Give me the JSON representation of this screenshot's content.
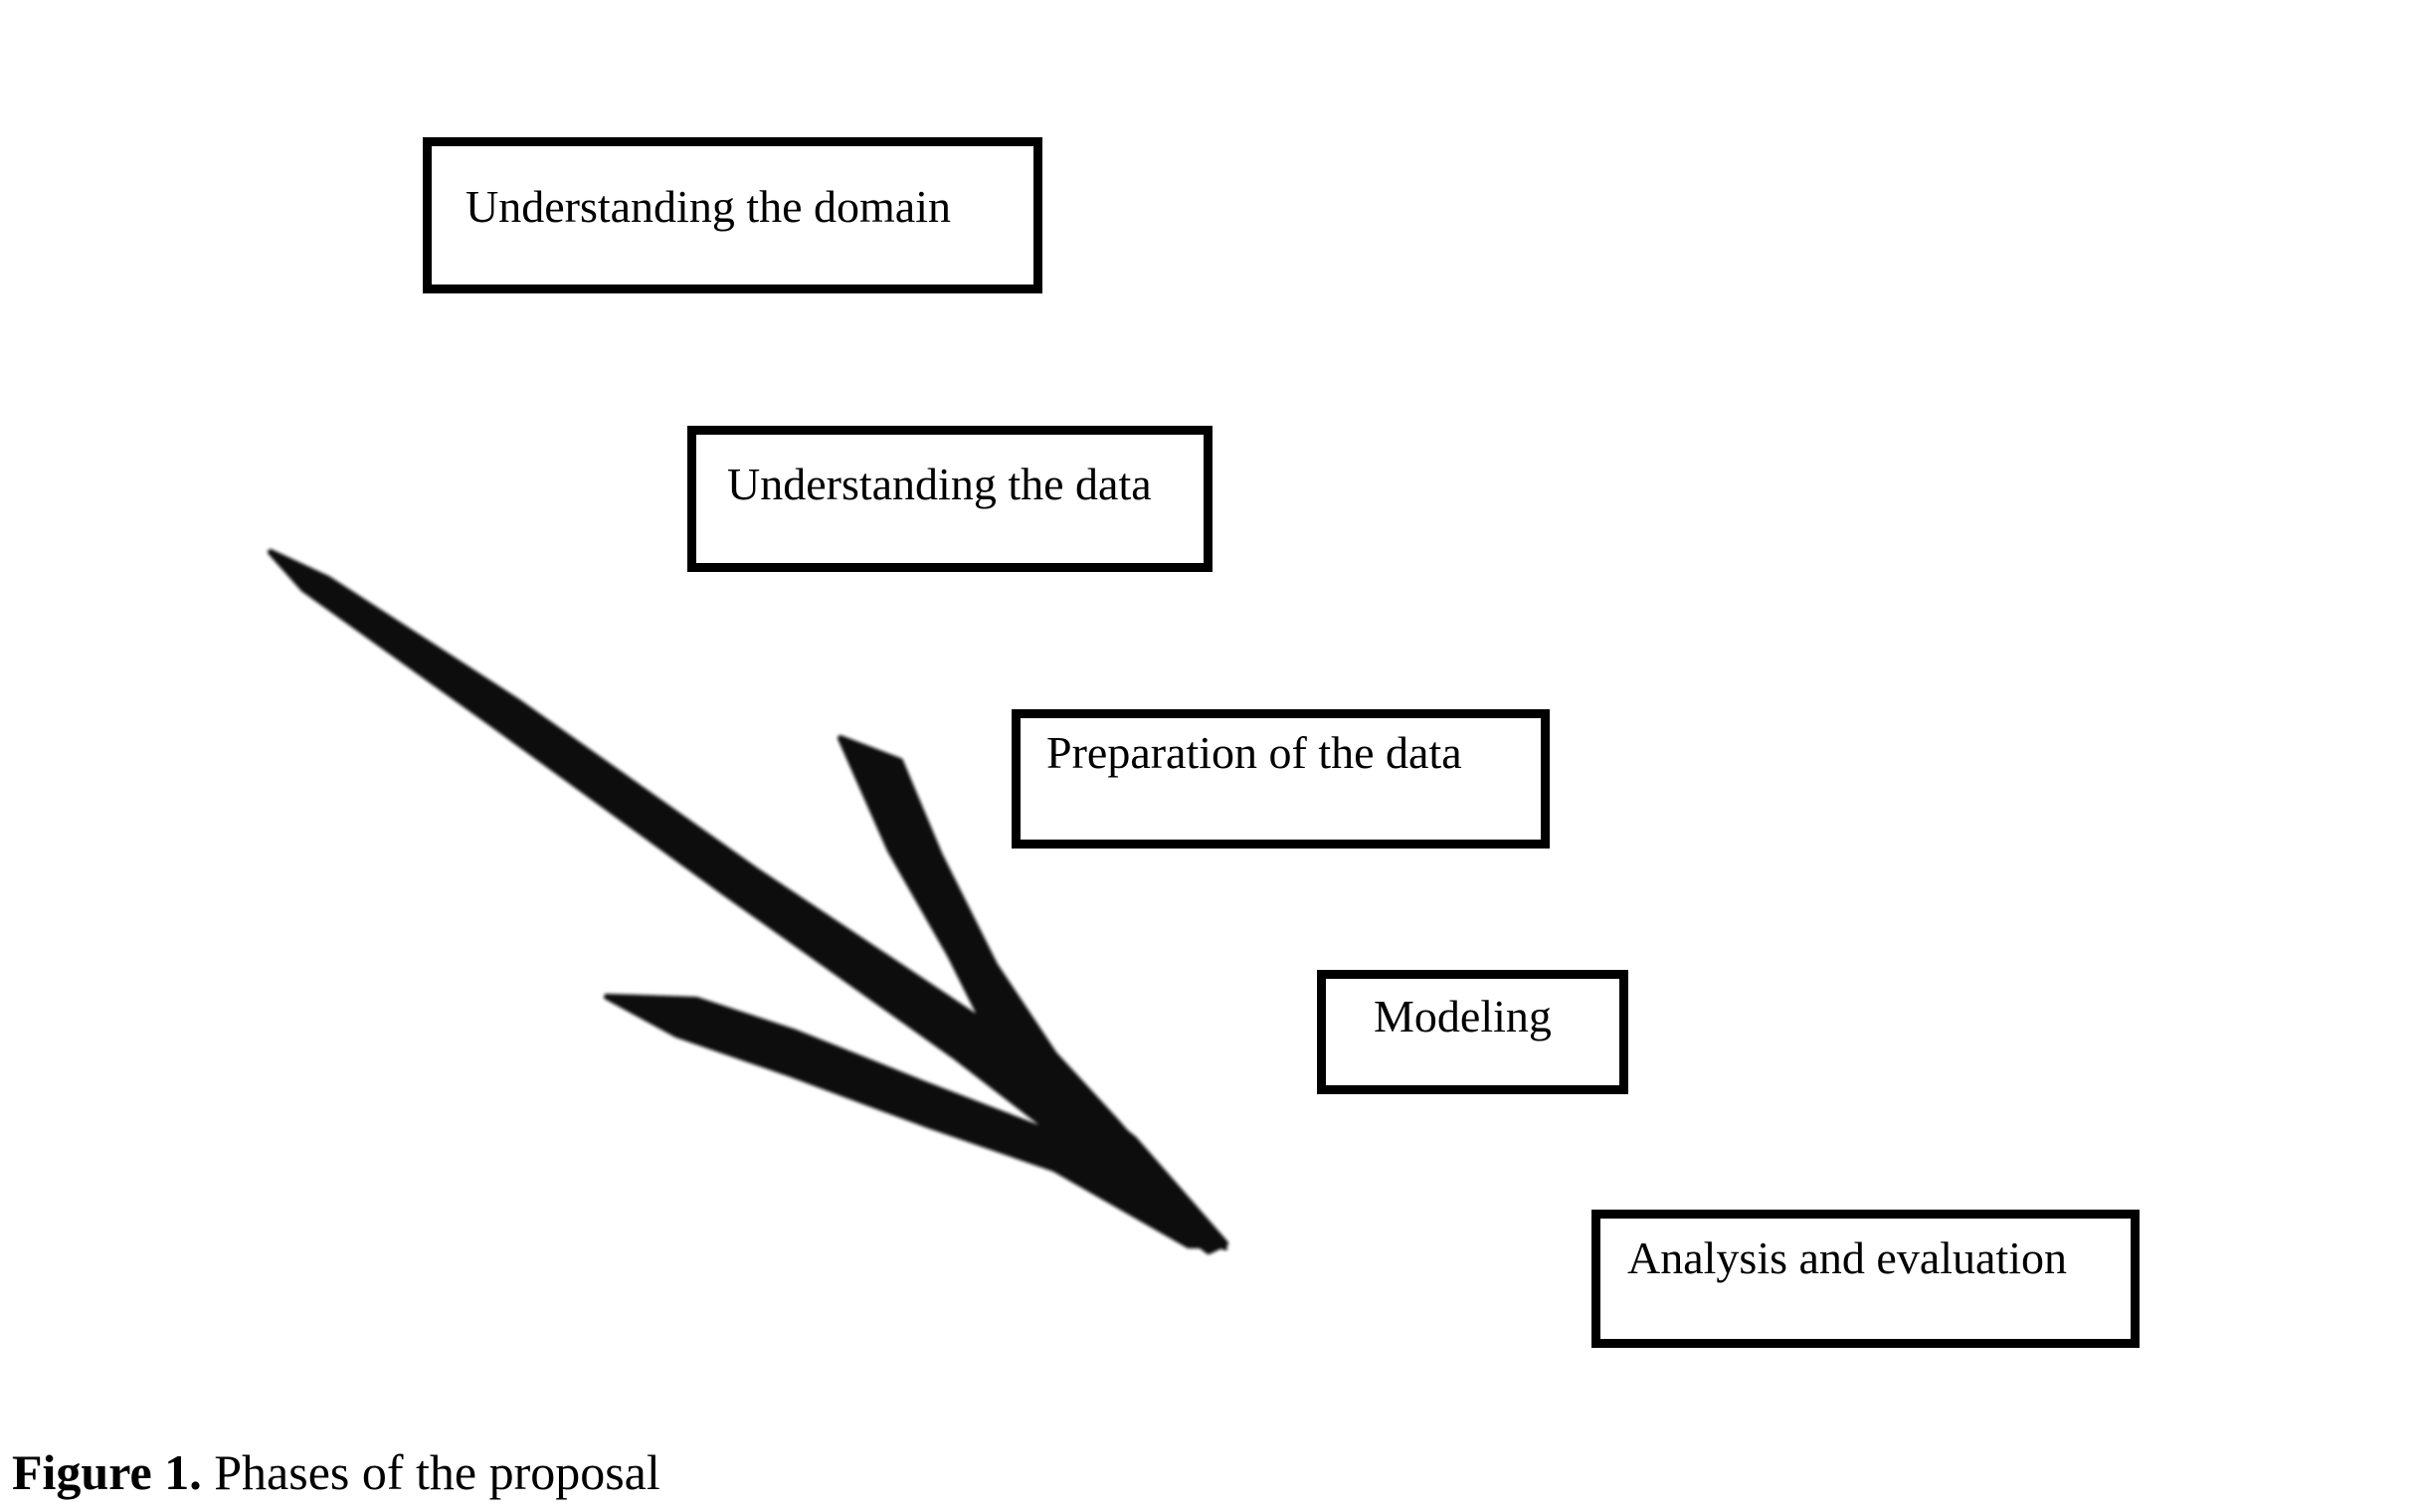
{
  "phases": [
    {
      "label": "Understanding the domain"
    },
    {
      "label": "Understanding the data"
    },
    {
      "label": "Preparation of the data"
    },
    {
      "label": "Modeling"
    },
    {
      "label": "Analysis and evaluation"
    }
  ],
  "arrow": {
    "icon": "arrow-down-right-icon",
    "color": "#000000"
  },
  "caption": {
    "label": "Figure 1.",
    "text": " Phases of the proposal"
  }
}
